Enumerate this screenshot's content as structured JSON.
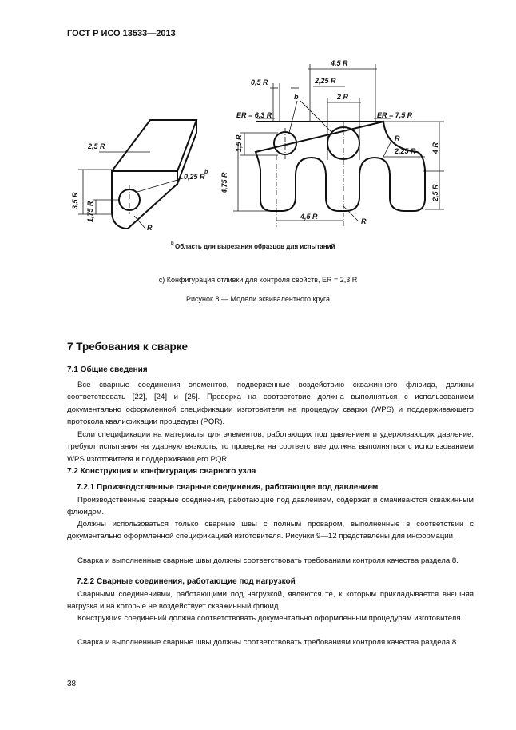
{
  "header": {
    "standard": "ГОСТ Р ИСО 13533—2013"
  },
  "figure": {
    "labels": {
      "dim_2_5R": "2,5 R",
      "dim_3_5R": "3,5 R",
      "dim_1_75R": "1,75 R",
      "dim_0_25Rb": "0,25 R",
      "sup_b": "b",
      "left_R": "R",
      "dim_4_5R_top": "4,5 R",
      "dim_0_5R": "0,5 R",
      "dim_2_25R_top": "2,25 R",
      "label_b": "b",
      "dim_2R": "2 R",
      "er_6_3R": "ER = 6,3 R",
      "er_7_5R": "ER = 7,5 R",
      "dim_1_5R": "1,5 R",
      "dim_4_75R": "4,75 R",
      "r_upper": "R",
      "dim_2_25R_mid": "2,25 R",
      "dim_4R": "4 R",
      "dim_2_5R_right": "2,5 R",
      "dim_4_5R_bottom": "4,5 R",
      "r_lower": "R"
    },
    "footnote_sup": "b",
    "footnote": "Область для вырезания образцов для испытаний",
    "caption_c": "c) Конфигурация отливки для контроля свойств, ER = 2,3 R",
    "caption": "Рисунок 8 — Модели эквивалентного круга"
  },
  "section": {
    "title": "7 Требования к сварке",
    "s71_title": "7.1 Общие сведения",
    "s71_p1": "Все сварные соединения элементов, подверженные воздействию скважинного флюида, должны соответствовать [22], [24] и [25]. Проверка на соответствие должна выполняться с использованием документально оформленной спецификации изготовителя на процедуру сварки (WPS) и поддерживающего протокола квалификации процедуры (PQR).",
    "s71_p2": "Если спецификации на материалы для элементов, работающих под давлением и удерживающих давление, требуют испытания на ударную вязкость, то проверка на соответствие должна выполняться с использованием WPS изготовителя и поддерживающего PQR.",
    "s72_title": "7.2 Конструкция и конфигурация сварного узла",
    "s721_title": "7.2.1 Производственные сварные соединения, работающие под давлением",
    "s721_p1": "Производственные сварные соединения, работающие под давлением, содержат и смачиваются скважинным флюидом.",
    "s721_p2": "Должны использоваться только сварные швы с полным проваром, выполненные в соответствии с документально оформленной спецификацией изготовителя. Рисунки 9—12 представлены для информации.",
    "s721_p3": "Сварка и выполненные сварные швы должны соответствовать требованиям контроля качества раздела 8.",
    "s722_title": "7.2.2 Сварные соединения, работающие под нагрузкой",
    "s722_p1": "Сварными соединениями, работающими под нагрузкой, являются те, к которым прикладывается внешняя нагрузка и на которые не воздействует скважинный флюид.",
    "s722_p2": "Конструкция соединений должна соответствовать документально оформленным процедурам изготовителя.",
    "s722_p3": "Сварка и выполненные сварные швы должны соответствовать требованиям контроля качества раздела 8."
  },
  "page_number": "38"
}
